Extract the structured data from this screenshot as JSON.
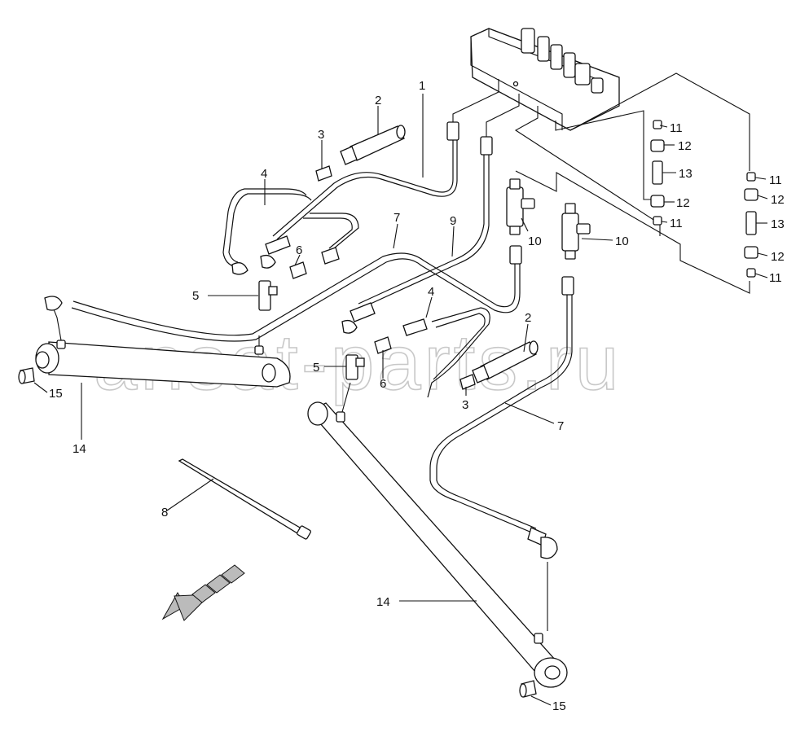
{
  "watermark": "ansat-parts.ru",
  "callouts": {
    "c1": "1",
    "c2a": "2",
    "c2b": "2",
    "c3a": "3",
    "c3b": "3",
    "c4a": "4",
    "c4b": "4",
    "c5a": "5",
    "c5b": "5",
    "c6a": "6",
    "c6b": "6",
    "c7a": "7",
    "c7b": "7",
    "c8": "8",
    "c9": "9",
    "c10a": "10",
    "c10b": "10",
    "c11a": "11",
    "c11b": "11",
    "c11c": "11",
    "c11d": "11",
    "c12a": "12",
    "c12b": "12",
    "c12c": "12",
    "c12d": "12",
    "c13a": "13",
    "c13b": "13",
    "c14a": "14",
    "c14b": "14",
    "c15a": "15",
    "c15b": "15"
  }
}
